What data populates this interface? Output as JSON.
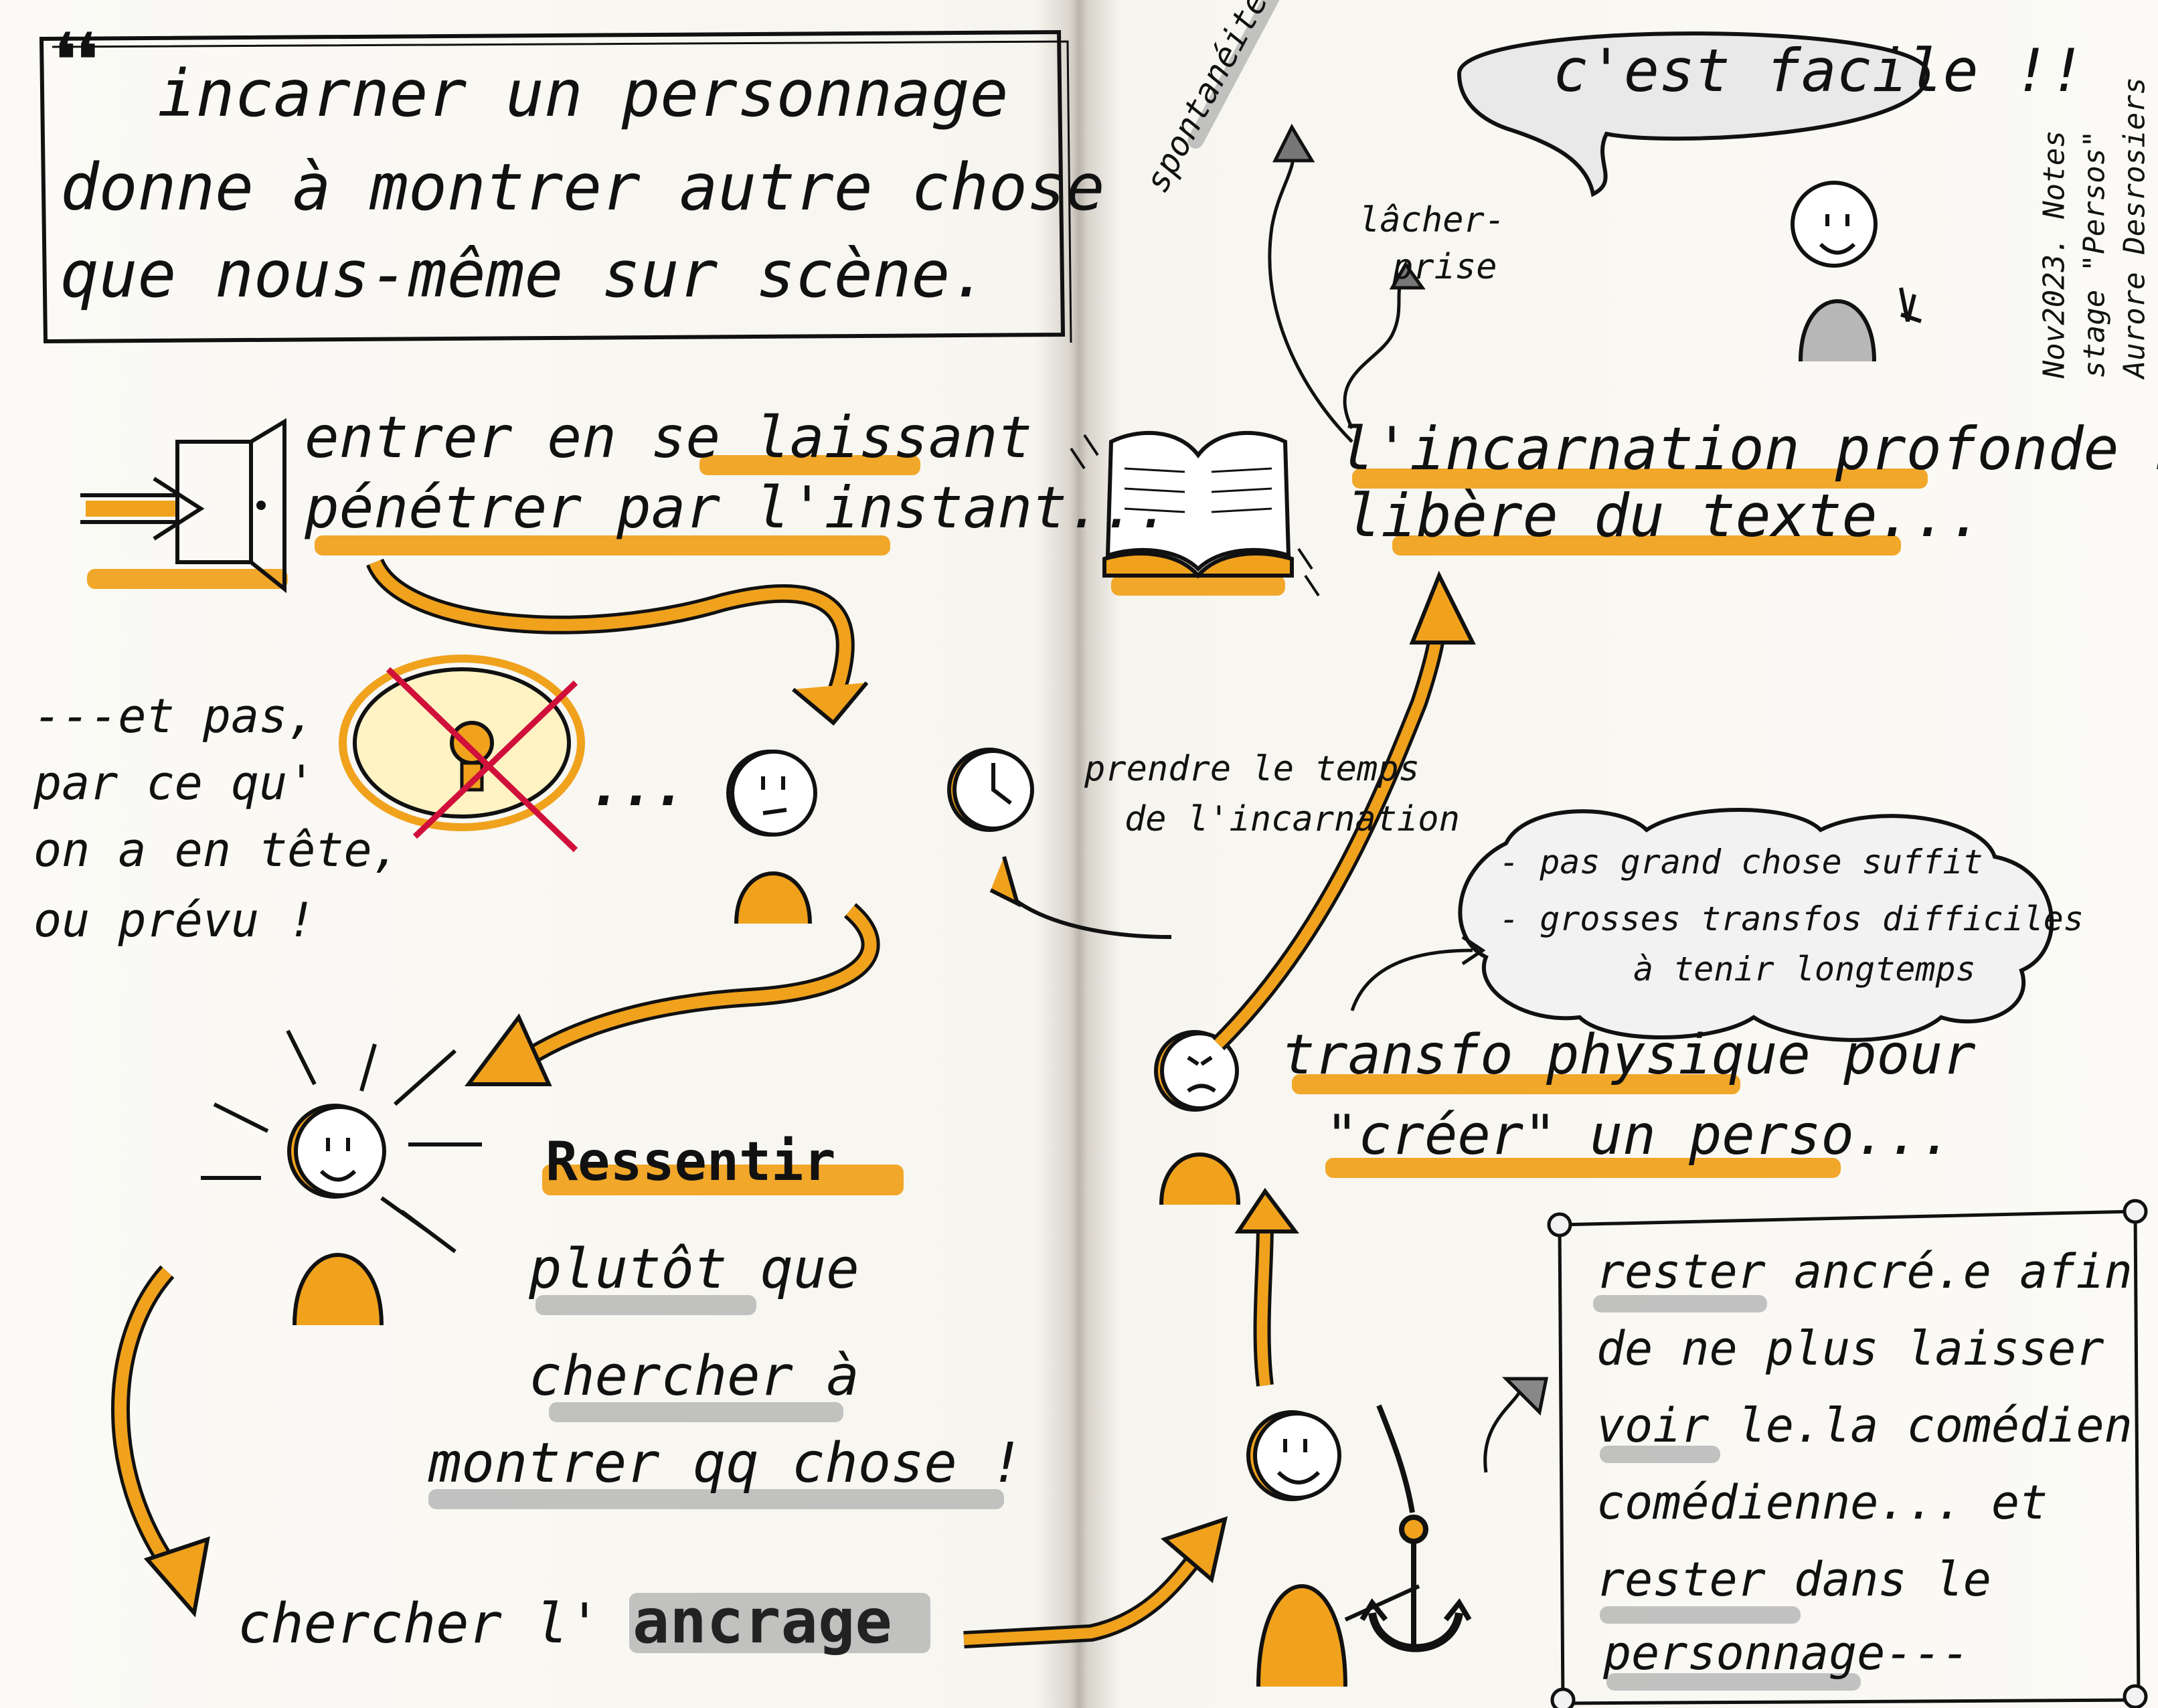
{
  "quote": {
    "mark": "❝",
    "line1": "incarner un personnage",
    "line2": "donne à montrer autre chose",
    "line3": "que nous-même sur scène."
  },
  "meta": {
    "line1": "Nov2023. Notes",
    "line2": "stage \"Persos\"",
    "line3": "Aurore Desrosiers"
  },
  "left": {
    "entrer_1": "entrer en se laissant",
    "entrer_2": "pénétrer par l'instant...",
    "pas_1": "---et pas,",
    "pas_2": "par ce qu'",
    "pas_3": "on a en tête,",
    "pas_4": "ou prévu !",
    "dots": "...",
    "ressentir": "Ressentir",
    "plutot_1": "plutôt que",
    "plutot_2": "chercher à",
    "plutot_3": "montrer qq chose !",
    "chercher": "chercher l'",
    "ancrage": "ancrage"
  },
  "right": {
    "spontaneite": "spontanéité",
    "lacher_1": "lâcher-",
    "lacher_2": "prise",
    "facile": "c'est facile !!",
    "incarnation_1": "l'incarnation profonde nous",
    "incarnation_2": "libère du texte...",
    "temps_1": "prendre le temps",
    "temps_2": "de l'incarnation",
    "cloud_1": "- pas grand chose suffit",
    "cloud_2": "- grosses transfos difficiles",
    "cloud_3": "à tenir longtemps",
    "transfo_1": "transfo physique pour",
    "transfo_2": "\"créer\" un perso...",
    "rester_1": "rester ancré.e afin",
    "rester_2": "de ne plus laisser",
    "rester_3": "voir le.la comédien",
    "rester_4": "comédienne... et",
    "rester_5": "rester dans le",
    "rester_6": "personnage---"
  },
  "colors": {
    "accent": "#f0a21d",
    "ink": "#111111",
    "shade": "#b7b7b7",
    "cross": "#d0103a"
  }
}
